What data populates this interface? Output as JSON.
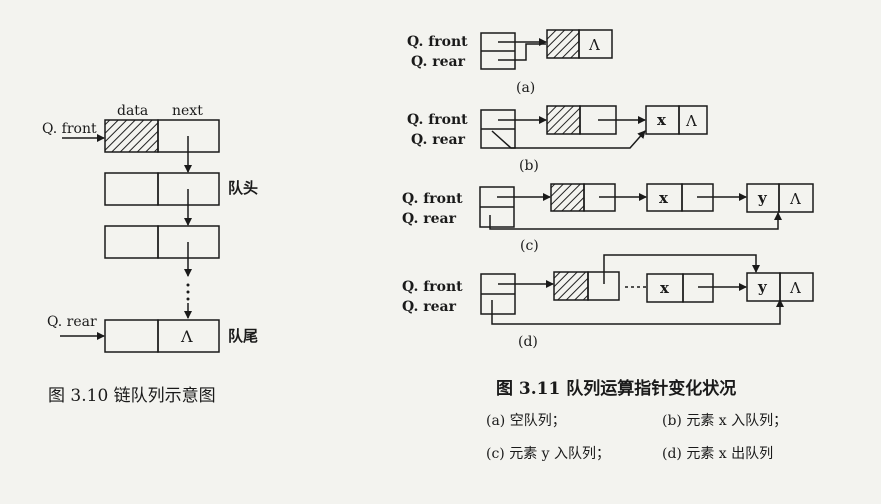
{
  "fig310": {
    "header_data": "data",
    "header_next": "next",
    "q_front": "Q. front",
    "q_rear": "Q. rear",
    "null_symbol": "Λ",
    "head_label": "队头",
    "tail_label": "队尾",
    "caption": "图 3.10   链队列示意图"
  },
  "fig311": {
    "panels": [
      {
        "front": "Q. front",
        "rear": "Q. rear",
        "tag": "(a)"
      },
      {
        "front": "Q. front",
        "rear": "Q. rear",
        "tag": "(b)",
        "node1": "x"
      },
      {
        "front": "Q. front",
        "rear": "Q. rear",
        "tag": "(c)",
        "node1": "x",
        "node2": "y"
      },
      {
        "front": "Q. front",
        "rear": "Q. rear",
        "tag": "(d)",
        "node1": "x",
        "node2": "y"
      }
    ],
    "null_symbol": "Λ",
    "caption": "图 3.11   队列运算指针变化状况",
    "legend": [
      "(a) 空队列；",
      "(b) 元素 x 入队列；",
      "(c) 元素 y 入队列；",
      "(d) 元素 x 出队列"
    ]
  }
}
